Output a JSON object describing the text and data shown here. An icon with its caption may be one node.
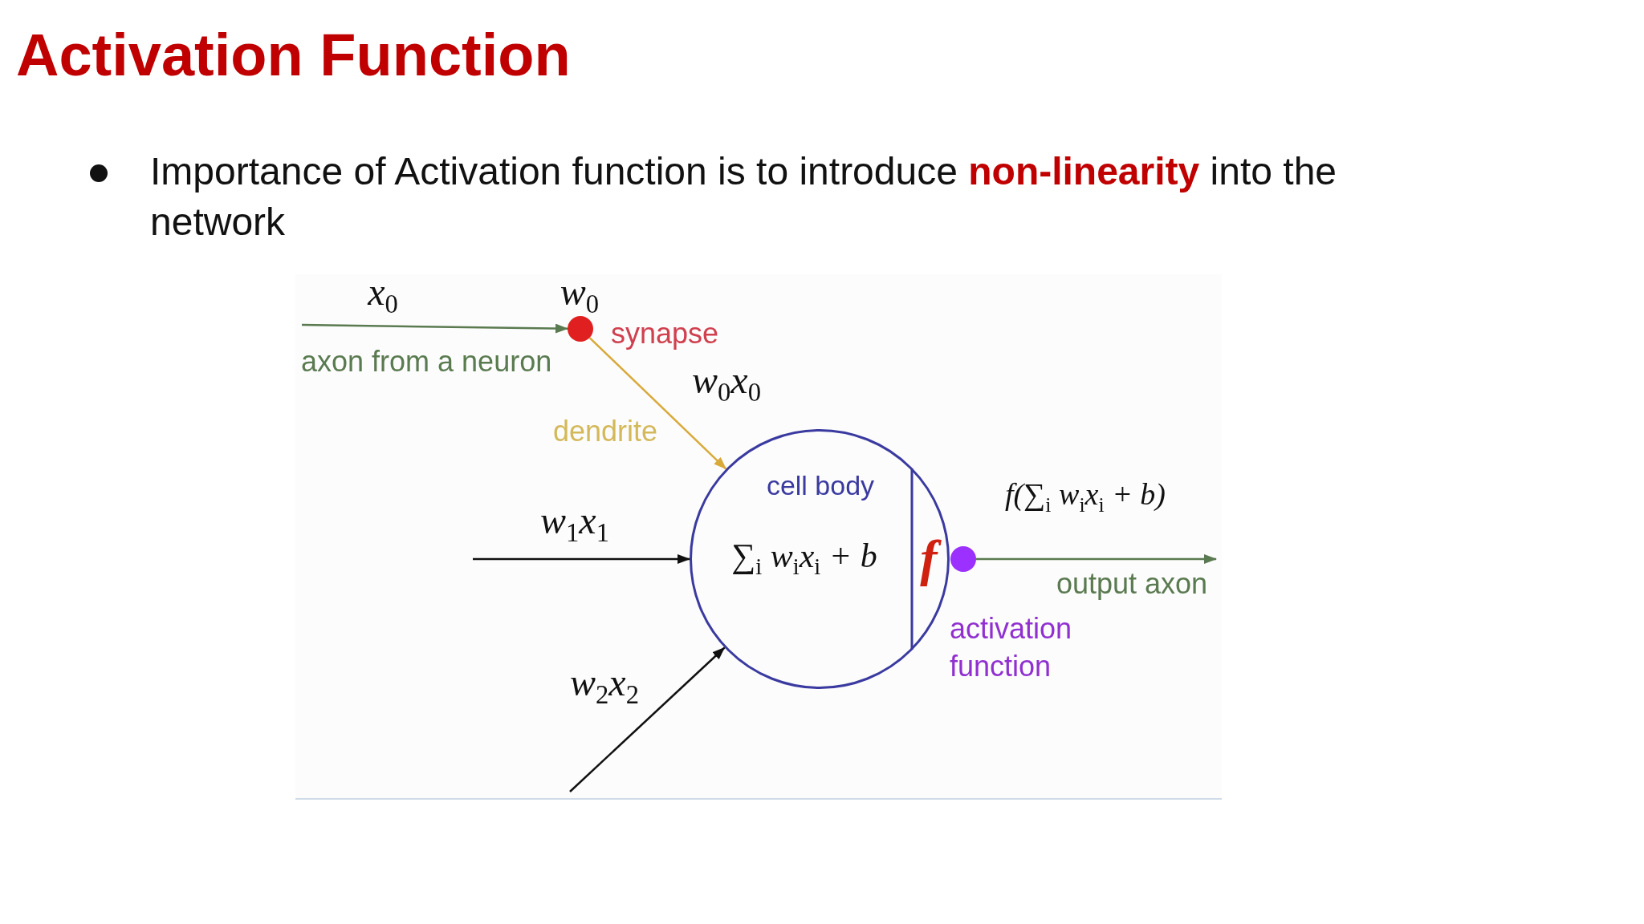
{
  "diagram": {
    "title": "Activation Function",
    "nodes": [
      {
        "text": [],
        "shape": "circle"
      },
      {
        "text": [
          "cell body",
          "∑$_{i}$ w$_{i}$x$_{i}$ + b"
        ]
      },
      {
        "text": [],
        "shape": "circle"
      }
    ],
    "edges": [
      {
        "from": null,
        "to": 0,
        "arrow": "to",
        "color": "#5a7a50",
        "label": "x$_{0}$"
      },
      {
        "from": 0,
        "to": 1,
        "arrow": "to",
        "color": "#d9a93a",
        "label": "w$_{0}$x$_{0}$"
      },
      {
        "from": null,
        "to": 1,
        "arrow": "to",
        "color": "#111111",
        "label": "w$_{1}$x$_{1}$"
      },
      {
        "from": null,
        "to": 1,
        "arrow": "to",
        "color": "#111111",
        "label": "w$_{2}$x$_{2}$"
      },
      {
        "from": 2,
        "to": null,
        "arrow": "to",
        "color": "#5a7a50",
        "label": "output axon"
      }
    ],
    "labels": [
      "Importance of Activation function is to introduce **non-linearity** into the network",
      "w$_{0}$",
      "synapse",
      "axon from a neuron",
      "dendrite",
      "f",
      "f(∑$_{i}$ w$_{i}$x$_{i}$ + b)",
      "activation function"
    ]
  }
}
